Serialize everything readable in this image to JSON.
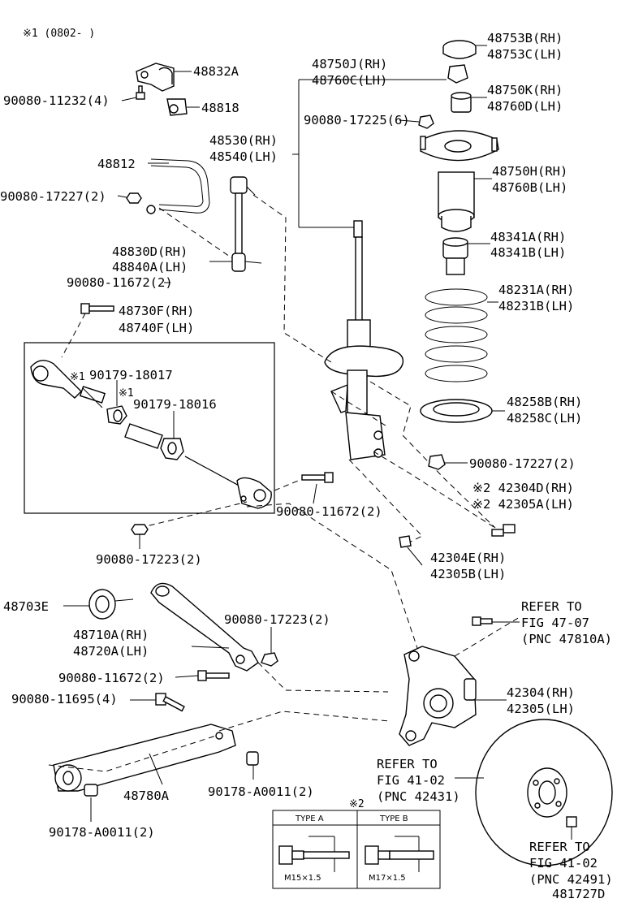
{
  "note_top": "※1 (0802-     )",
  "note_type": "※2",
  "diagram_id": "481727D",
  "labels": {
    "p48753": [
      "48753B(RH)",
      "48753C(LH)"
    ],
    "p48750j": [
      "48750J(RH)",
      "48760C(LH)"
    ],
    "p48750k": [
      "48750K(RH)",
      "48760D(LH)"
    ],
    "p48750h": [
      "48750H(RH)",
      "48760B(LH)"
    ],
    "p48341": [
      "48341A(RH)",
      "48341B(LH)"
    ],
    "p48231": [
      "48231A(RH)",
      "48231B(LH)"
    ],
    "p48258": [
      "48258B(RH)",
      "48258C(LH)"
    ],
    "p48530": [
      "48530(RH)",
      "48540(LH)"
    ],
    "p48832a": "48832A",
    "p48818": "48818",
    "p90080_11232": "90080-11232(4)",
    "p90080_17225": "90080-17225(6)",
    "p48812": "48812",
    "p90080_17227a": "90080-17227(2)",
    "p48830": [
      "48830D(RH)",
      "48840A(LH)"
    ],
    "p90080_11672a": "90080-11672(2)",
    "p48730": [
      "48730F(RH)",
      "48740F(LH)"
    ],
    "p90179_18017": "90179-18017",
    "p90179_18016": "90179-18016",
    "mark1a": "※1",
    "mark1b": "※1",
    "p90080_17227b": "90080-17227(2)",
    "p42304d": [
      "※2 42304D(RH)",
      "※2 42305A(LH)"
    ],
    "p90080_11672b": "90080-11672(2)",
    "p90080_17223a": "90080-17223(2)",
    "p42304e": [
      "42304E(RH)",
      "42305B(LH)"
    ],
    "p48703e": "48703E",
    "p48710": [
      "48710A(RH)",
      "48720A(LH)"
    ],
    "p90080_17223b": "90080-17223(2)",
    "p90080_11672c": "90080-11672(2)",
    "p90080_11695": "90080-11695(4)",
    "p42304": [
      "42304(RH)",
      "42305(LH)"
    ],
    "p48780a": "48780A",
    "p90178a": "90178-A0011(2)",
    "p90178b": "90178-A0011(2)"
  },
  "refs": {
    "fig4707": [
      "REFER TO",
      "FIG 47-07",
      "(PNC 47810A)"
    ],
    "fig4102a": [
      "REFER TO",
      "FIG 41-02",
      "(PNC 42431)"
    ],
    "fig4102b": [
      "REFER TO",
      "FIG 41-02",
      "(PNC 42491)"
    ]
  },
  "type_table": {
    "type_a": "TYPE A",
    "type_b": "TYPE B",
    "size_a": "M15×1.5",
    "size_b": "M17×1.5"
  }
}
